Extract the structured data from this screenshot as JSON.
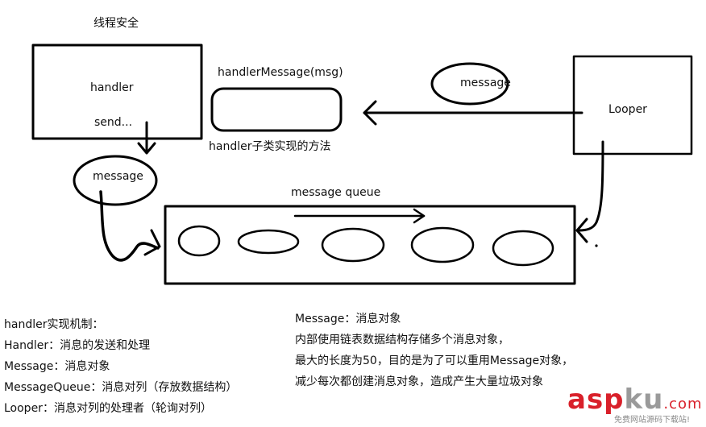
{
  "diagram": {
    "title": "线程安全",
    "handler_label": "handler",
    "send_label": "send...",
    "handler_message_label": "handlerMessage(msg)",
    "subclass_label": "handler子类实现的方法",
    "looper_label": "Looper",
    "message_top": "message",
    "message_left": "message",
    "queue_label": "message queue"
  },
  "notes_left": [
    "handler实现机制：",
    "Handler：消息的发送和处理",
    "Message：消息对象",
    "MessageQueue：消息对列（存放数据结构）",
    "Looper：消息对列的处理者（轮询对列）"
  ],
  "notes_right": [
    "Message：消息对象",
    "内部使用链表数据结构存储多个消息对象，",
    "最大的长度为50，目的是为了可以重用Message对象，",
    "减少每次都创建消息对象，造成产生大量垃圾对象"
  ],
  "watermark": {
    "logo_main": "asp",
    "logo_ku": "ku",
    "logo_tld": ".com",
    "subtitle": "免费网站源码下载站!"
  }
}
